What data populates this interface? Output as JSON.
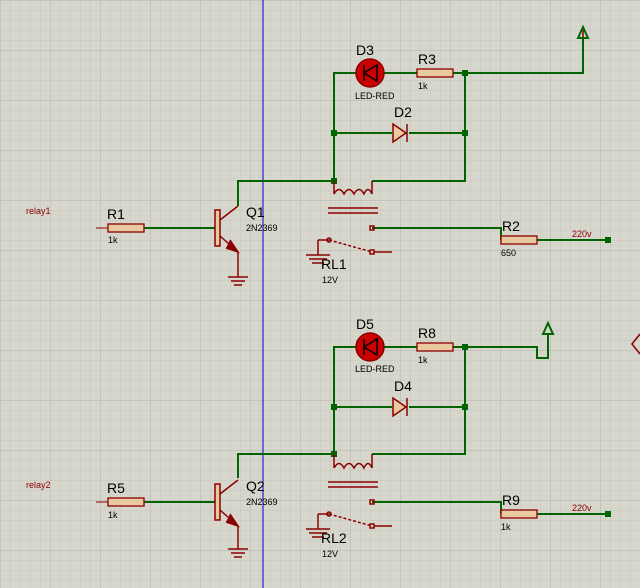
{
  "schematic": {
    "top_relay": {
      "input_label": "relay1",
      "r1": {
        "name": "R1",
        "value": "1k"
      },
      "q1": {
        "name": "Q1",
        "model": "2N2369"
      },
      "d3": {
        "name": "D3",
        "model": "LED-RED"
      },
      "r3": {
        "name": "R3",
        "value": "1k"
      },
      "d2": {
        "name": "D2"
      },
      "rl1": {
        "name": "RL1",
        "value": "12V"
      },
      "r2": {
        "name": "R2",
        "value": "650"
      },
      "output_label": "220v"
    },
    "bottom_relay": {
      "input_label": "relay2",
      "r5": {
        "name": "R5",
        "value": "1k"
      },
      "q2": {
        "name": "Q2",
        "model": "2N2369"
      },
      "d5": {
        "name": "D5",
        "model": "LED-RED"
      },
      "r8": {
        "name": "R8",
        "value": "1k"
      },
      "d4": {
        "name": "D4"
      },
      "rl2": {
        "name": "RL2",
        "value": "12V"
      },
      "r9": {
        "name": "R9",
        "value": "1k"
      },
      "output_label": "220v"
    }
  },
  "colors": {
    "background": "#d6d6cc",
    "grid_minor": "#c6c6bb",
    "grid_major": "#b3b3a7",
    "wire": "#006400",
    "component": "#8b0000",
    "body_fill": "#e8c9a0",
    "led_fill": "#cc0000",
    "cursor_line": "#0000cc"
  }
}
